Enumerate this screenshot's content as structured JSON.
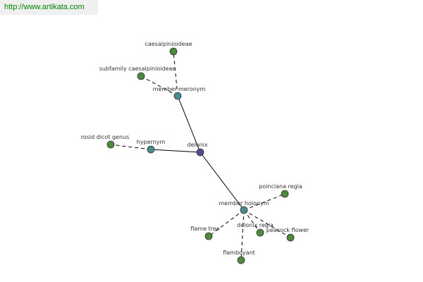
{
  "watermark": {
    "text": "http://www.artikata.com"
  },
  "colors": {
    "center": "#4b4e8c",
    "relation": "#4a8a8a",
    "leaf": "#4e8a3e",
    "watermark_bg": "#f0f0f0",
    "watermark_text": "#008000"
  },
  "graph": {
    "nodes": [
      {
        "id": "delonix",
        "label": "delonix",
        "kind": "center"
      },
      {
        "id": "member-meronym",
        "label": "member meronym",
        "kind": "relation"
      },
      {
        "id": "hypernym",
        "label": "hypernym",
        "kind": "relation"
      },
      {
        "id": "member-holonym",
        "label": "member holonym",
        "kind": "relation"
      },
      {
        "id": "caesalpinioideae",
        "label": "caesalpinioideae",
        "kind": "leaf"
      },
      {
        "id": "subfamily-caesalpinioideae",
        "label": "subfamily caesalpinioideae",
        "kind": "leaf"
      },
      {
        "id": "rosid-dicot-genus",
        "label": "rosid dicot genus",
        "kind": "leaf"
      },
      {
        "id": "poinciana-regia",
        "label": "poinciana regia",
        "kind": "leaf"
      },
      {
        "id": "flame-tree",
        "label": "flame tree",
        "kind": "leaf"
      },
      {
        "id": "delonix-regia",
        "label": "delonix regia",
        "kind": "leaf"
      },
      {
        "id": "peacock-flower",
        "label": "peacock flower",
        "kind": "leaf"
      },
      {
        "id": "flamboyant",
        "label": "flamboyant",
        "kind": "leaf"
      }
    ],
    "edges": [
      {
        "from": "delonix",
        "to": "member-meronym",
        "style": "solid"
      },
      {
        "from": "delonix",
        "to": "hypernym",
        "style": "solid"
      },
      {
        "from": "delonix",
        "to": "member-holonym",
        "style": "solid"
      },
      {
        "from": "member-meronym",
        "to": "caesalpinioideae",
        "style": "dashed"
      },
      {
        "from": "member-meronym",
        "to": "subfamily-caesalpinioideae",
        "style": "dashed"
      },
      {
        "from": "hypernym",
        "to": "rosid-dicot-genus",
        "style": "dashed"
      },
      {
        "from": "member-holonym",
        "to": "poinciana-regia",
        "style": "dashed"
      },
      {
        "from": "member-holonym",
        "to": "flame-tree",
        "style": "dashed"
      },
      {
        "from": "member-holonym",
        "to": "delonix-regia",
        "style": "dashed"
      },
      {
        "from": "member-holonym",
        "to": "peacock-flower",
        "style": "dashed"
      },
      {
        "from": "member-holonym",
        "to": "flamboyant",
        "style": "dashed"
      }
    ]
  }
}
